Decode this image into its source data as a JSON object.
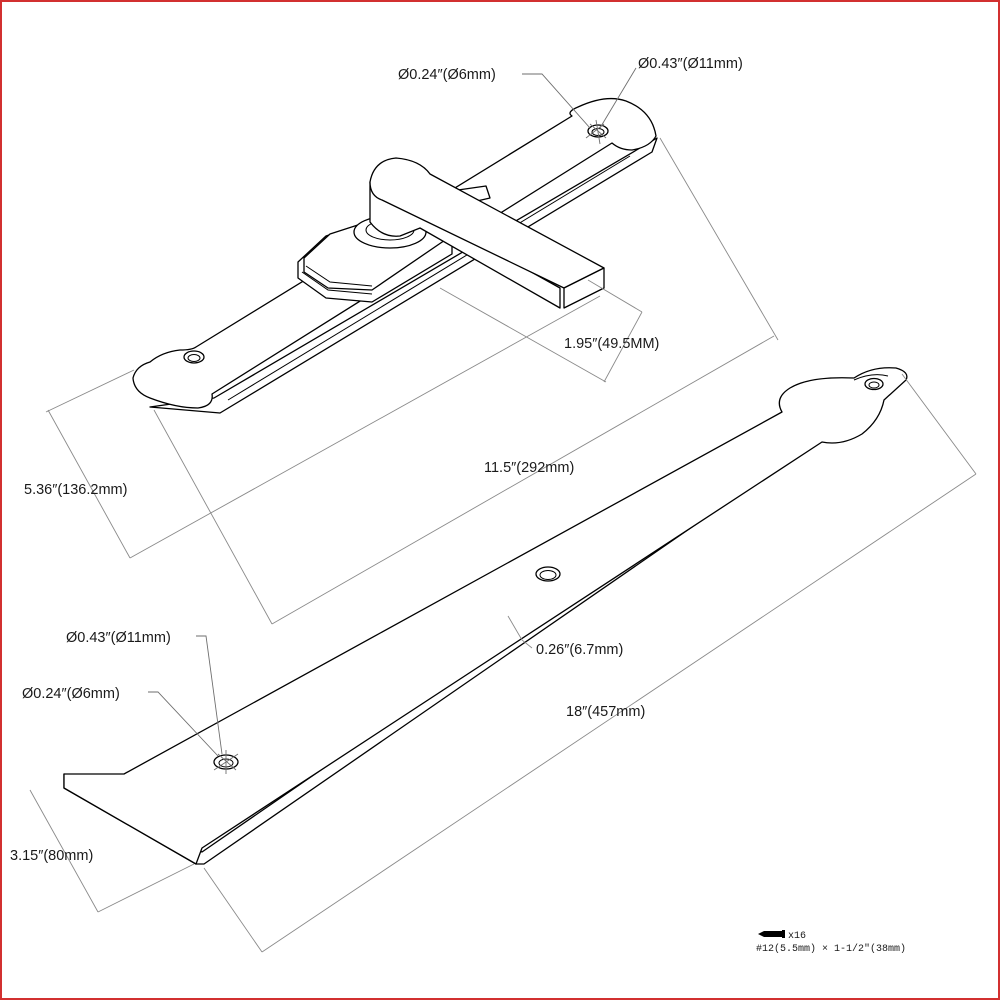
{
  "border_color": "#d23030",
  "line_color": "#000000",
  "dimension_color": "#8a8a8a",
  "pull_plate": {
    "hole_small": "Ø0.24″(Ø6mm)",
    "hole_large": "Ø0.43″(Ø11mm)",
    "handle_projection": "1.95″(49.5MM)",
    "length": "11.5″(292mm)",
    "width": "5.36″(136.2mm)"
  },
  "strap_hinge": {
    "hole_large": "Ø0.43″(Ø11mm)",
    "hole_small": "Ø0.24″(Ø6mm)",
    "thickness": "0.26″(6.7mm)",
    "length": "18″(457mm)",
    "width": "3.15″(80mm)"
  },
  "hardware": {
    "icon": "screw-icon",
    "quantity": "x16",
    "spec": "#12(5.5mm) × 1-1/2″(38mm)"
  }
}
